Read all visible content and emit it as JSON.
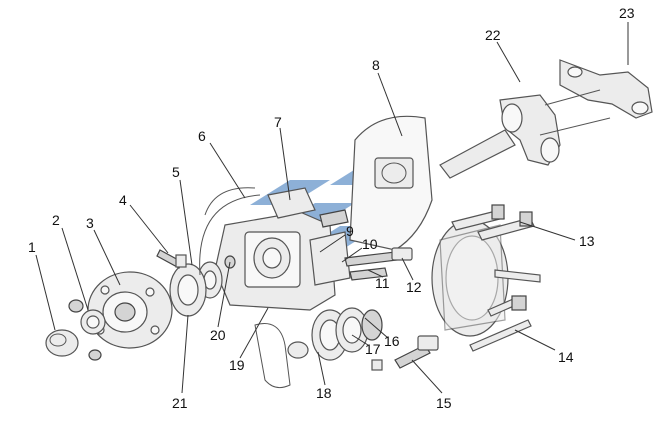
{
  "callouts": [
    {
      "id": "1",
      "text": "1"
    },
    {
      "id": "2",
      "text": "2"
    },
    {
      "id": "3",
      "text": "3"
    },
    {
      "id": "4",
      "text": "4"
    },
    {
      "id": "5",
      "text": "5"
    },
    {
      "id": "6",
      "text": "6"
    },
    {
      "id": "7",
      "text": "7"
    },
    {
      "id": "8",
      "text": "8"
    },
    {
      "id": "9",
      "text": "9"
    },
    {
      "id": "10",
      "text": "10"
    },
    {
      "id": "11",
      "text": "11"
    },
    {
      "id": "12",
      "text": "12"
    },
    {
      "id": "13",
      "text": "13"
    },
    {
      "id": "14",
      "text": "14"
    },
    {
      "id": "15",
      "text": "15"
    },
    {
      "id": "16",
      "text": "16"
    },
    {
      "id": "17",
      "text": "17"
    },
    {
      "id": "18",
      "text": "18"
    },
    {
      "id": "19",
      "text": "19"
    },
    {
      "id": "20",
      "text": "20"
    },
    {
      "id": "21",
      "text": "21"
    },
    {
      "id": "22",
      "text": "22"
    },
    {
      "id": "23",
      "text": "23"
    }
  ],
  "colors": {
    "line": "#555555",
    "watermark": "#2f6fb7"
  }
}
